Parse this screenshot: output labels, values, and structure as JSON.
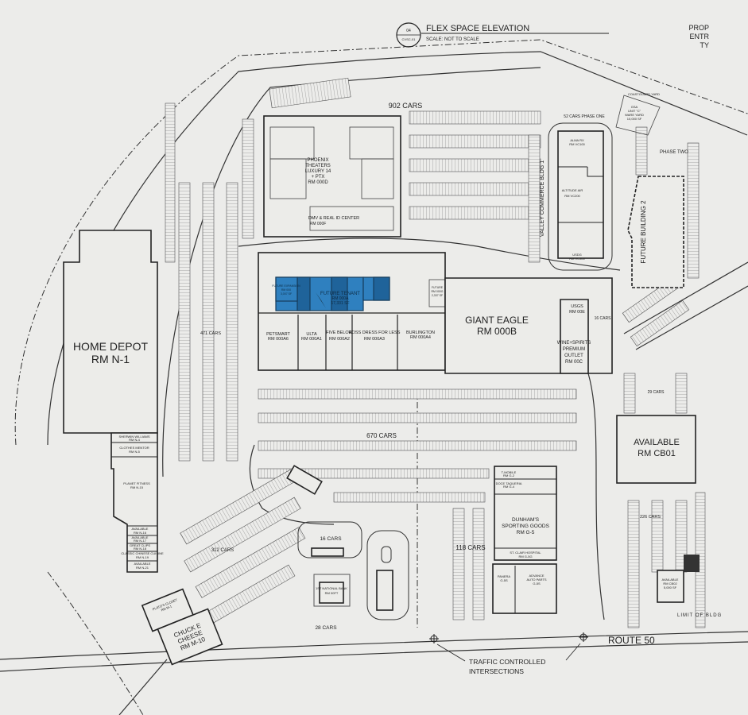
{
  "title_block": {
    "detail_number": "04",
    "sheet_ref": "CVSC-01",
    "title": "FLEX SPACE ELEVATION",
    "scale": "SCALE: NOT TO SCALE"
  },
  "edge_label": [
    "PROP",
    "ENTR",
    "TY"
  ],
  "colors": {
    "background": "#ececea",
    "highlight": "#2f80bf",
    "highlight_dark": "#1f639a",
    "linework": "#222222"
  },
  "tenants": {
    "home_depot": {
      "name": "HOME DEPOT",
      "rm": "RM N-1"
    },
    "phoenix": {
      "l1": "PHOENIX",
      "l2": "THEATERS",
      "l3": "LUXURY 14",
      "l4": "+ PTX",
      "rm": "RM 000D"
    },
    "dmv": {
      "name": "DMV & REAL ID CENTER",
      "rm": "RM 000F"
    },
    "future_tenant": {
      "name": "FUTURE TENANT",
      "rm": "RM 000A",
      "sf": "17,331 SF"
    },
    "future_expansion": {
      "name": "FUTURE EXPANSION",
      "rm": "RM 000",
      "sf": "3,007 SF"
    },
    "future_right": {
      "name": "FUTURE",
      "rm": "RM 000G",
      "sf": "2,337 SF"
    },
    "petsmart": {
      "name": "PETSMART",
      "rm": "RM 000A6"
    },
    "ulta": {
      "name": "ULTA",
      "rm": "RM 000A1"
    },
    "five_below": {
      "name": "FIVE BELOW",
      "rm": "RM 000A2"
    },
    "ross": {
      "name": "ROSS DRESS FOR LESS",
      "rm": "RM 000A3"
    },
    "burlington": {
      "name": "BURLINGTON",
      "rm": "RM 000A4"
    },
    "giant_eagle": {
      "name": "GIANT EAGLE",
      "rm": "RM 000B"
    },
    "usgs": {
      "name": "USGS",
      "rm": "RM 00E"
    },
    "wine_spirits": {
      "l1": "WINE+SPIRITS",
      "l2": "PREMIUM",
      "l3": "OUTLET",
      "rm": "RM 00C"
    },
    "alma_rx": {
      "name": "ALMA RX",
      "rm": "RM VC100"
    },
    "altitude_air": {
      "name": "ALTITUDE AIR",
      "rm": "RM VC200"
    },
    "usdg": {
      "name": "USDG",
      "rm": "RM VC300"
    },
    "valley_commerce": "VALLEY COMMERCE BLDG 1",
    "future_building_2": "FUTURE BUILDING 2",
    "phase_two": "PHASE TWO",
    "gsa": {
      "l1": "GSA",
      "l2": "UNIT \"C\"",
      "l3": "WARE YARD",
      "l4": "10,000 SF"
    },
    "coastguard": "COASTGUARD YARD",
    "available_cb01": {
      "name": "AVAILABLE",
      "rm": "RM CB01"
    },
    "available_cb02": {
      "name": "AVAILABLE",
      "rm": "RM CB02",
      "sf": "5,000 SF"
    },
    "sherwin": {
      "name": "SHERWIN WILLIAMS",
      "rm": "RM N-4"
    },
    "clothes_mentor": {
      "name": "CLOTHES MENTOR",
      "rm": "RM N-5"
    },
    "planet_fitness": {
      "name": "PLANET FITNESS",
      "rm": "RM N-15"
    },
    "available_n16": {
      "name": "AVAILABLE",
      "rm": "RM N-16"
    },
    "available_n17": {
      "name": "AVAILABLE",
      "rm": "RM N-17"
    },
    "great_clips": {
      "name": "GREAT CLIPS",
      "rm": "RM N-18"
    },
    "classic_chinese": {
      "name": "CLASSIC CHINESE CUISINE",
      "rm": "RM N-19"
    },
    "available_n21": {
      "name": "AVAILABLE",
      "rm": "RM N-21"
    },
    "chuck_e_cheese": {
      "l1": "CHUCK E",
      "l2": "CHEESE",
      "rm": "RM M-10"
    },
    "platos_closet": {
      "name": "PLATO'S CLOSET",
      "rm": "RM M-1"
    },
    "first_national": {
      "name": "1ST NATIONAL BANK",
      "rm": "RM 00FT"
    },
    "t_mobile": {
      "name": "T-MOBILE",
      "rm": "RM G-2"
    },
    "doce_taqueria": {
      "name": "DOCE TAQUERIA",
      "rm": "RM G-4"
    },
    "dunhams": {
      "l1": "DUNHAM'S",
      "l2": "SPORTING GOODS",
      "rm": "RM G-5"
    },
    "st_clair": {
      "name": "ST. CLAIR HOSPITAL",
      "rm": "RM G-5G"
    },
    "panera": {
      "name": "PANERA",
      "rm": "G-5S"
    },
    "advance_auto": {
      "l1": "ADVANCE",
      "l2": "AUTO PARTS",
      "rm": "G-5S"
    }
  },
  "parking": {
    "north": "902 CARS",
    "phase_one": "52 CARS PHASE ONE",
    "west": "471 CARS",
    "center": "670 CARS",
    "southwest": "312 CARS",
    "bank_north": "16 CARS",
    "bank_south": "28 CARS",
    "dunhams": "118 CARS",
    "east_small": "16 CARS",
    "east_north": "29 CARS",
    "east_south": "226 CARS"
  },
  "annotations": {
    "road": "ROUTE 50",
    "intersections_l1": "TRAFFIC CONTROLLED",
    "intersections_l2": "INTERSECTIONS",
    "limit": "LIMIT OF BLDG"
  }
}
